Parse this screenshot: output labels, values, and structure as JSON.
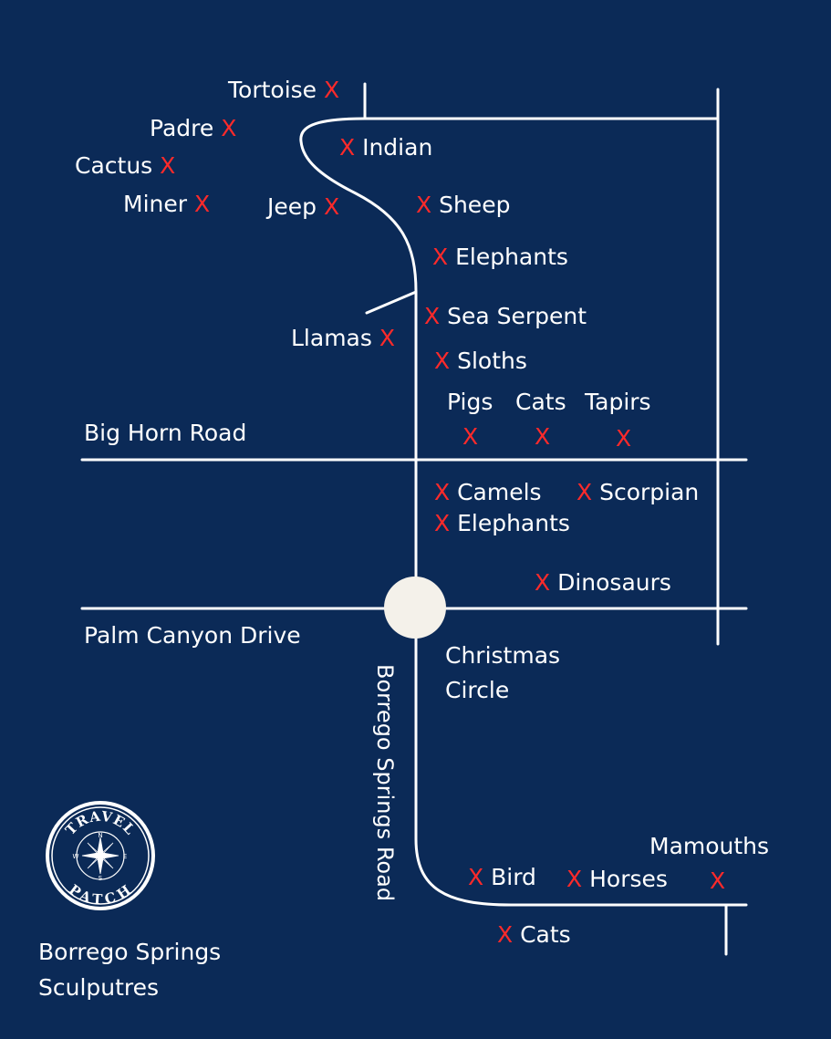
{
  "colors": {
    "background": "#0b2a57",
    "road": "#ffffff",
    "marker": "#ff2a2a",
    "circle": "#f4f1ea",
    "text": "#ffffff"
  },
  "marker_symbol": "X",
  "sculptures": [
    "Tortoise",
    "Padre",
    "Cactus",
    "Miner",
    "Indian",
    "Jeep",
    "Sheep",
    "Elephants",
    "Sea Serpent",
    "Llamas",
    "Sloths",
    "Pigs",
    "Cats",
    "Tapirs",
    "Camels",
    "Scorpian",
    "Elephants",
    "Dinosaurs",
    "Bird",
    "Horses",
    "Mamouths",
    "Cats"
  ],
  "roads": {
    "big_horn": "Big Horn Road",
    "palm_canyon": "Palm Canyon Drive",
    "borrego_springs": "Borrego Springs Road",
    "christmas_circle_line1": "Christmas",
    "christmas_circle_line2": "Circle"
  },
  "title": {
    "line1": "Borrego Springs",
    "line2": "Sculputres"
  },
  "logo": {
    "top_text": "TRAVEL",
    "bottom_text": "PATCH",
    "compass": [
      "N",
      "E",
      "S",
      "W"
    ]
  }
}
